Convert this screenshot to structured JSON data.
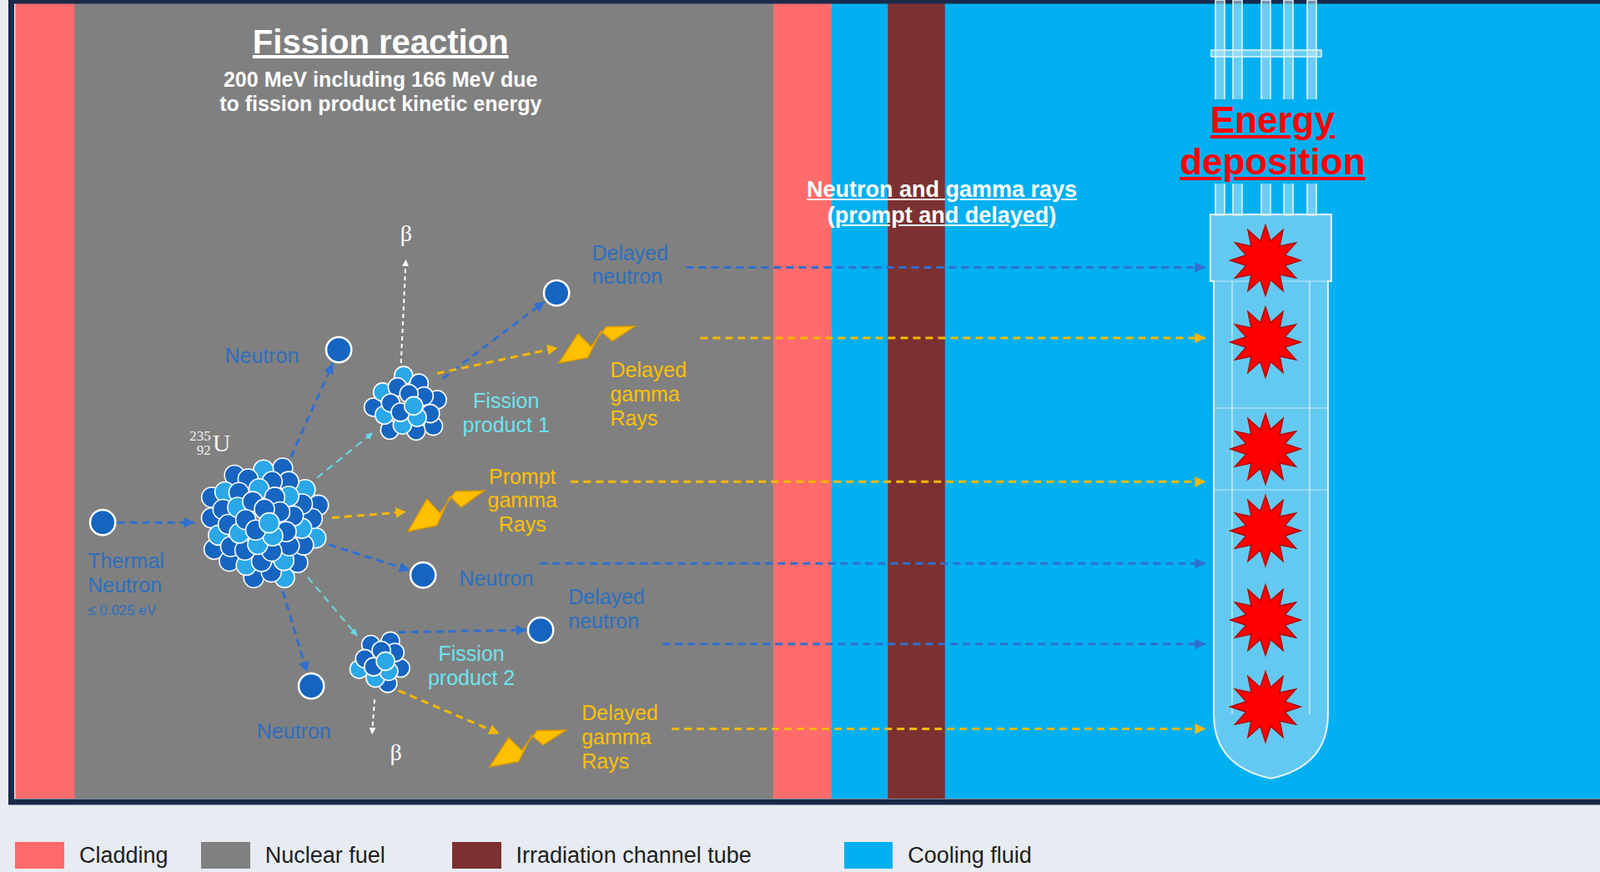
{
  "diagram": {
    "nodes": [
      {
        "text": [
          "Fission reaction",
          "200 MeV including 166 MeV due to fission product kinetic energy"
        ]
      },
      {
        "text": [
          "Thermal Neutron",
          "≤ 0.025 eV"
        ],
        "in": 0
      },
      {
        "text": [
          "235",
          "92",
          "U"
        ],
        "in": 0
      },
      {
        "text": [
          "Neutron"
        ],
        "in": 0
      },
      {
        "text": [
          "Fission product 1"
        ],
        "in": 0
      },
      {
        "text": [
          "Prompt gamma Rays"
        ],
        "in": 0
      },
      {
        "text": [
          "Neutron"
        ],
        "in": 0
      },
      {
        "text": [
          "Fission product 2"
        ],
        "in": 0
      },
      {
        "text": [
          "Neutron"
        ],
        "in": 0
      },
      {
        "text": [
          "Delayed neutron"
        ],
        "in": 0
      },
      {
        "text": [
          "Delayed gamma Rays"
        ],
        "in": 0
      },
      {
        "text": [
          "Delayed neutron"
        ],
        "in": 0
      },
      {
        "text": [
          "Delayed gamma Rays"
        ],
        "in": 0
      },
      {
        "text": [
          "Energy deposition"
        ]
      }
    ],
    "edges": [
      {
        "from": 1,
        "to": 2,
        "arrow": "to"
      },
      {
        "from": 2,
        "to": 3,
        "arrow": "to"
      },
      {
        "from": 2,
        "to": 4,
        "arrow": "to"
      },
      {
        "from": 2,
        "to": 5,
        "arrow": "to"
      },
      {
        "from": 2,
        "to": 6,
        "arrow": "to"
      },
      {
        "from": 2,
        "to": 7,
        "arrow": "to"
      },
      {
        "from": 2,
        "to": 8,
        "arrow": "to"
      },
      {
        "from": 4,
        "to": 9,
        "arrow": "to"
      },
      {
        "from": 4,
        "to": 10,
        "arrow": "to"
      },
      {
        "from": 7,
        "to": 11,
        "arrow": "to"
      },
      {
        "from": 7,
        "to": 12,
        "arrow": "to"
      },
      {
        "from": 9,
        "to": 13,
        "arrow": "to"
      },
      {
        "from": 10,
        "to": 13,
        "arrow": "to"
      },
      {
        "from": 5,
        "to": 13,
        "arrow": "to"
      },
      {
        "from": 6,
        "to": 13,
        "arrow": "to"
      },
      {
        "from": 11,
        "to": 13,
        "arrow": "to"
      },
      {
        "from": 12,
        "to": 13,
        "arrow": "to"
      }
    ],
    "labels": [
      "Neutron and gamma rays (prompt and delayed)",
      "β",
      "β"
    ],
    "legend": [
      {
        "text": "Cladding",
        "color": "#ff6b6b"
      },
      {
        "text": "Nuclear fuel",
        "color": "#808080"
      },
      {
        "text": "Irradiation channel tube",
        "color": "#7b3131"
      },
      {
        "text": "Cooling fluid",
        "color": "#00b0f0"
      }
    ]
  }
}
